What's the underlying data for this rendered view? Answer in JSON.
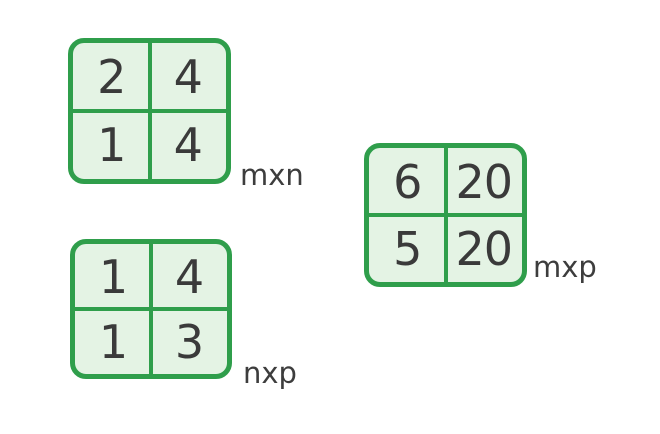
{
  "colors": {
    "matrix_border_green": "#2f9e4b",
    "matrix_fill_light_green": "#e4f3e4",
    "text_dark_gray": "#3a3a3a",
    "background": "#ffffff"
  },
  "matrices": [
    {
      "name": "matrix-mxn",
      "label": "mxn",
      "rows": 2,
      "cols": 2,
      "cells": [
        [
          "2",
          "4"
        ],
        [
          "1",
          "4"
        ]
      ]
    },
    {
      "name": "matrix-nxp",
      "label": "nxp",
      "rows": 2,
      "cols": 2,
      "cells": [
        [
          "1",
          "4"
        ],
        [
          "1",
          "3"
        ]
      ]
    },
    {
      "name": "matrix-mxp",
      "label": "mxp",
      "rows": 2,
      "cols": 2,
      "cells": [
        [
          "6",
          "20"
        ],
        [
          "5",
          "20"
        ]
      ]
    }
  ]
}
